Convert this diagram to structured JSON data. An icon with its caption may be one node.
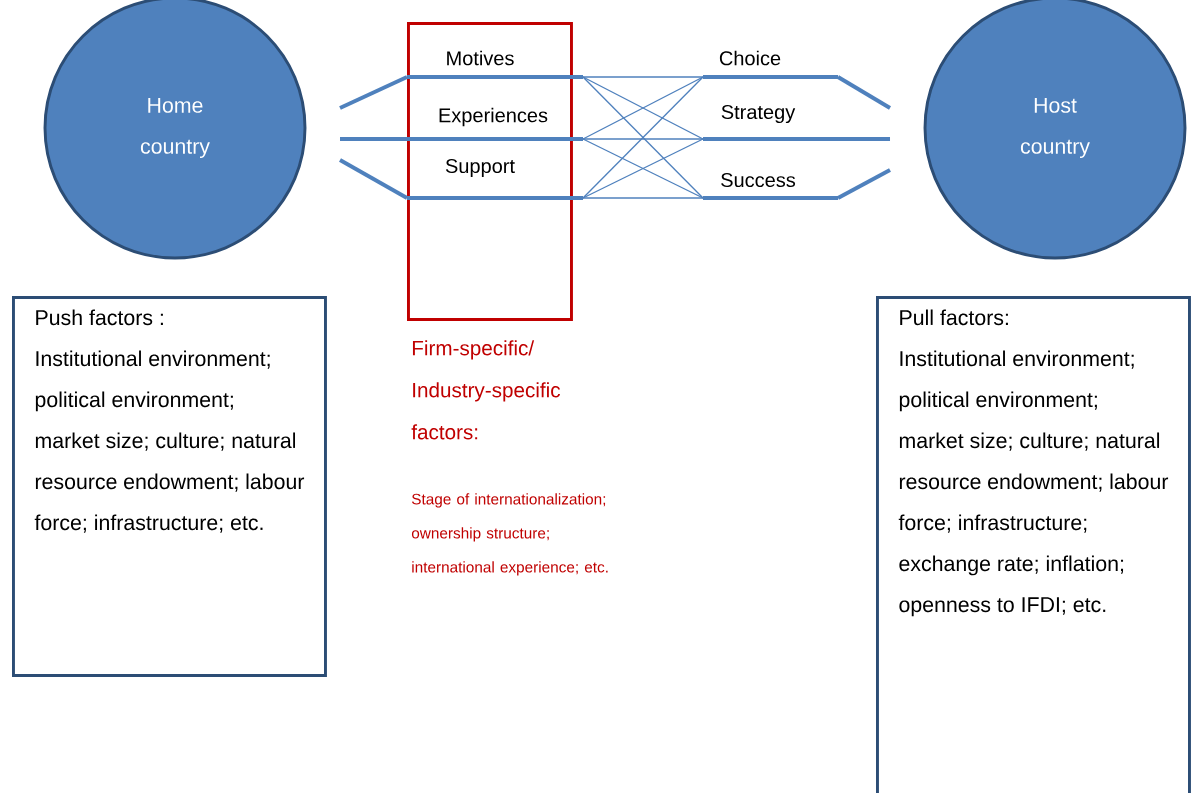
{
  "diagram": {
    "nodes": [
      {
        "text": [
          "Home country"
        ]
      },
      {
        "text": [],
        "shape": "box"
      },
      {
        "text": [
          "Host country"
        ]
      },
      {
        "text": [
          "Push factors :",
          "Institutional environment; political environment; market size; culture; natural resource endowment; labour force; infrastructure; etc."
        ]
      },
      {
        "text": [
          "Pull factors:",
          "Institutional environment; political environment; market size; culture; natural resource endowment; labour force; infrastructure; exchange rate; inflation; openness to IFDI; etc."
        ]
      },
      {
        "text": [
          "Motives"
        ]
      },
      {
        "text": [
          "Experiences"
        ]
      },
      {
        "text": [
          "Support"
        ]
      },
      {
        "text": [
          "Choice"
        ]
      },
      {
        "text": [
          "Strategy"
        ]
      },
      {
        "text": [
          "Success"
        ]
      }
    ],
    "edges": [
      {
        "from": 0,
        "to": 5,
        "arrow": "none",
        "style": "thick"
      },
      {
        "from": 0,
        "to": 6,
        "arrow": "none",
        "style": "thick"
      },
      {
        "from": 0,
        "to": 7,
        "arrow": "none",
        "style": "thick"
      },
      {
        "from": 5,
        "to": 8,
        "arrow": "none"
      },
      {
        "from": 5,
        "to": 9,
        "arrow": "none"
      },
      {
        "from": 5,
        "to": 10,
        "arrow": "none"
      },
      {
        "from": 6,
        "to": 8,
        "arrow": "none"
      },
      {
        "from": 6,
        "to": 9,
        "arrow": "none"
      },
      {
        "from": 6,
        "to": 10,
        "arrow": "none"
      },
      {
        "from": 7,
        "to": 8,
        "arrow": "none"
      },
      {
        "from": 7,
        "to": 9,
        "arrow": "none"
      },
      {
        "from": 7,
        "to": 10,
        "arrow": "none"
      },
      {
        "from": 8,
        "to": 2,
        "arrow": "none",
        "style": "thick"
      },
      {
        "from": 9,
        "to": 2,
        "arrow": "none",
        "style": "thick"
      },
      {
        "from": 10,
        "to": 2,
        "arrow": "none",
        "style": "thick"
      }
    ],
    "labels": [
      "Firm-specific/ Industry-specific factors:",
      "Stage of internationalization; ownership structure; international experience; etc."
    ]
  }
}
